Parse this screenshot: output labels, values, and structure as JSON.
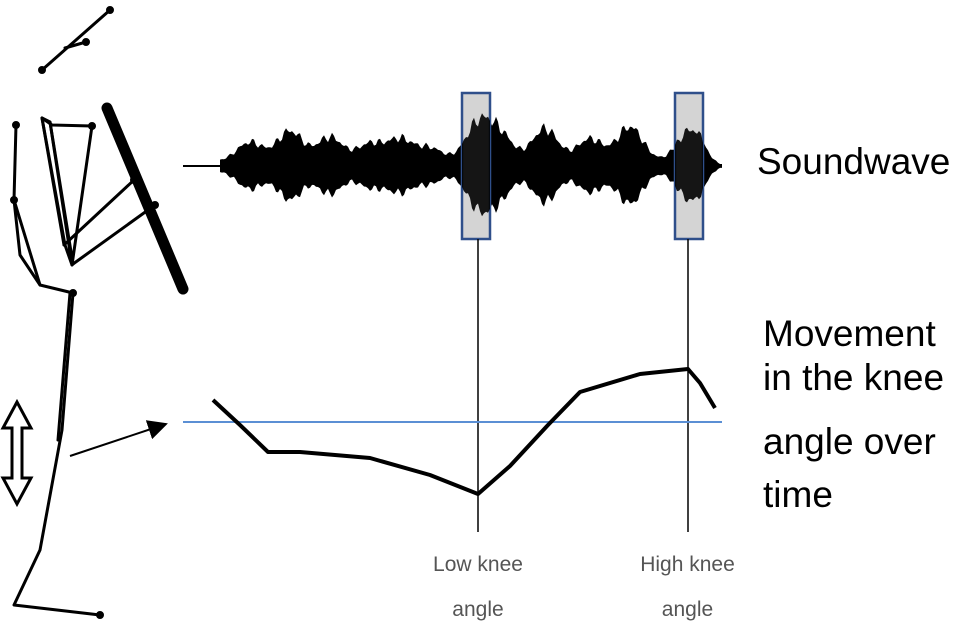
{
  "labels": {
    "soundwave": "Soundwave",
    "movement_line1": "Movement",
    "movement_line2": "in the knee",
    "movement_line3": "angle over",
    "movement_line4": "time",
    "low_line1": "Low knee",
    "low_line2": "angle",
    "high_line1": "High knee",
    "high_line2": "angle"
  },
  "colors": {
    "ink": "#000000",
    "highlight_fill": "#d4d4d4",
    "highlight_border": "#2f4f8a",
    "baseline": "#5b8fd4",
    "caption": "#555555"
  },
  "icons": [
    "stick-figure-skier-icon",
    "vertical-double-arrow-icon",
    "pointer-arrow-icon"
  ]
}
